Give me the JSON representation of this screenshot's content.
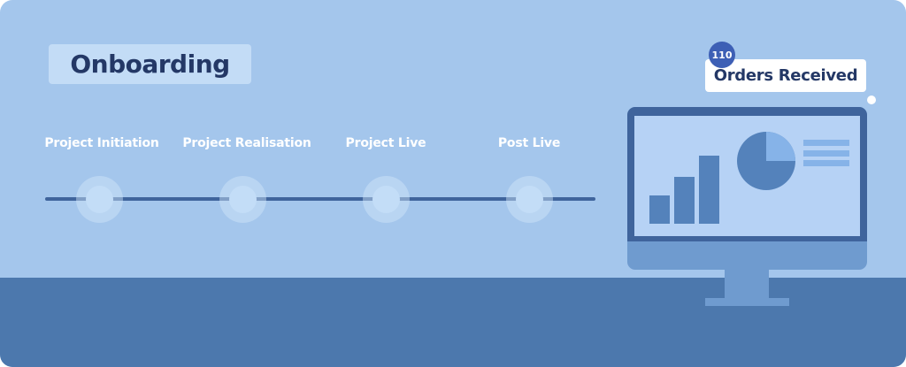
{
  "title": "Onboarding",
  "steps": [
    {
      "label": "Project Initiation"
    },
    {
      "label": "Project Realisation"
    },
    {
      "label": "Project Live"
    },
    {
      "label": "Post Live"
    }
  ],
  "orders": {
    "count": "110",
    "label": "Orders Received"
  },
  "colors": {
    "background": "#a4c6ec",
    "floor": "#4c78ad",
    "title_text": "#243866",
    "badge": "#3d5fb5",
    "screen": "#b6d2f5",
    "chart": "#5482bb"
  },
  "illustration": {
    "bars_relative_heights": [
      0.4,
      0.68,
      1.0
    ],
    "pie_highlight_fraction": 0.25,
    "legend_lines": 3
  }
}
